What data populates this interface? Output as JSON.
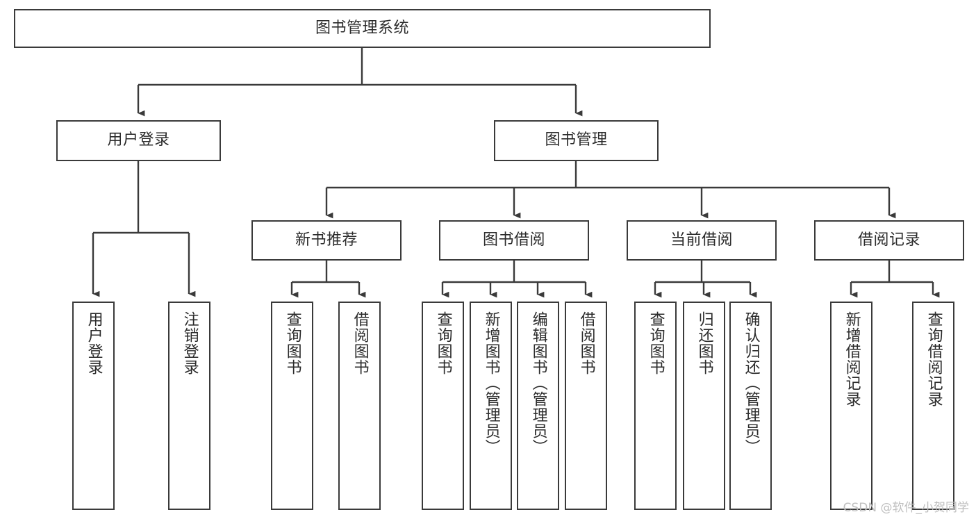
{
  "diagram": {
    "title": "图书管理系统",
    "type": "tree-hierarchy",
    "root": {
      "label": "图书管理系统"
    },
    "level2": [
      {
        "label": "用户登录"
      },
      {
        "label": "图书管理"
      }
    ],
    "level3": [
      {
        "label": "新书推荐"
      },
      {
        "label": "图书借阅"
      },
      {
        "label": "当前借阅"
      },
      {
        "label": "借阅记录"
      }
    ],
    "leaves": {
      "user_login": [
        {
          "label": "用户登录"
        },
        {
          "label": "注销登录"
        }
      ],
      "new_book_recommend": [
        {
          "label": "查询图书"
        },
        {
          "label": "借阅图书"
        }
      ],
      "book_borrow": [
        {
          "label": "查询图书"
        },
        {
          "label": "新增图书（管理员）"
        },
        {
          "label": "编辑图书（管理员）"
        },
        {
          "label": "借阅图书"
        }
      ],
      "current_borrow": [
        {
          "label": "查询图书"
        },
        {
          "label": "归还图书"
        },
        {
          "label": "确认归还（管理员）"
        }
      ],
      "borrow_record": [
        {
          "label": "新增借阅记录"
        },
        {
          "label": "查询借阅记录"
        }
      ]
    }
  },
  "watermark": {
    "text": "CSDN @软件_小贺同学"
  },
  "colors": {
    "box_border": "#3a3a3a",
    "box_fill": "#ffffff",
    "text": "#2b2b2b",
    "edge": "#3a3a3a",
    "watermark": "#bfbfbf",
    "background": "#ffffff"
  }
}
